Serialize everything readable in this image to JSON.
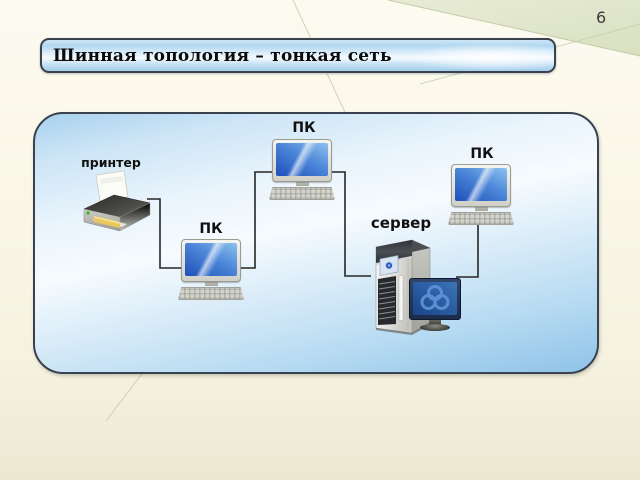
{
  "slide": {
    "page_number": "6",
    "title": "Шинная топология – тонкая сеть"
  },
  "diagram": {
    "type": "network-topology",
    "topology": "bus",
    "nodes": [
      {
        "id": "printer",
        "label": "принтер",
        "device": "printer"
      },
      {
        "id": "pc-top",
        "label": "ПК",
        "device": "desktop-pc"
      },
      {
        "id": "pc-center",
        "label": "ПК",
        "device": "desktop-pc"
      },
      {
        "id": "pc-right",
        "label": "ПК",
        "device": "desktop-pc"
      },
      {
        "id": "server",
        "label": "сервер",
        "device": "server-tower-with-monitor"
      }
    ],
    "connections": [
      {
        "from": "printer",
        "to": "pc-center"
      },
      {
        "from": "pc-center",
        "to": "pc-top"
      },
      {
        "from": "pc-top",
        "to": "server"
      },
      {
        "from": "pc-right",
        "to": "server"
      }
    ],
    "icons": {
      "printer": "printer-icon",
      "pc": "desktop-pc-icon",
      "server": "server-tower-icon",
      "server_screen_logo": "ring-cloud-logo-icon"
    }
  },
  "colors": {
    "background_cream": "#f9f6e6",
    "corner_green": "#dde3c6",
    "panel_blue_deep": "#8fc3e8",
    "panel_blue_light": "#f6fbfe",
    "title_bar_blue": "#b2d7f0",
    "border_dark": "#39424e",
    "pc_screen_blue": "#1e50ba",
    "connection_line": "#262626",
    "printer_paper_yellow": "#e8c85a",
    "server_logo_blue": "#5e95d8",
    "label_text": "#111111"
  }
}
